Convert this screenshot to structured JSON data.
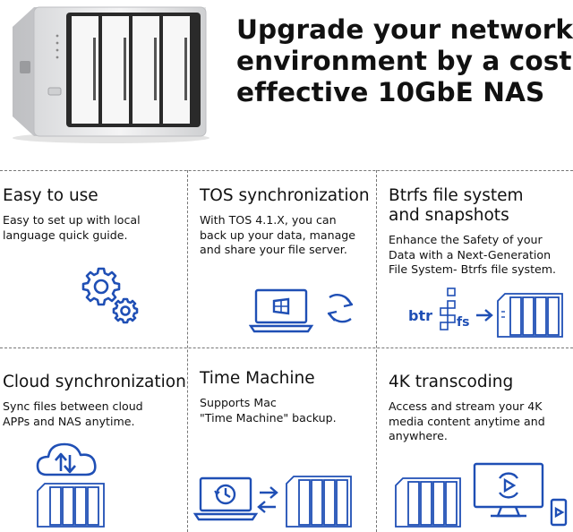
{
  "headline": {
    "line1": "Upgrade your network",
    "line2": "environment by a cost-",
    "line3": "effective 10GbE NAS"
  },
  "features": [
    {
      "title": "Easy to use",
      "desc": [
        "Easy to set up with local",
        "language quick guide."
      ],
      "icon": "gears-icon"
    },
    {
      "title": "TOS synchronization",
      "desc": [
        "With TOS 4.1.X, you can",
        "back up your data, manage",
        "and share your file server."
      ],
      "icon": "laptop-sync-icon"
    },
    {
      "title_lines": [
        "Btrfs file system",
        "and snapshots"
      ],
      "desc": [
        "Enhance the Safety of your",
        "Data with a Next-Generation",
        "File System- Btrfs file system."
      ],
      "icon": "btrfs-nas-icon",
      "icon_text_a": "btr",
      "icon_text_b": "fs"
    },
    {
      "title": "Cloud synchronization",
      "desc": [
        "Sync files between cloud",
        "APPs and NAS anytime."
      ],
      "icon": "cloud-nas-icon"
    },
    {
      "title": "Time Machine",
      "desc": [
        "Supports Mac",
        "\"Time Machine\" backup."
      ],
      "icon": "time-machine-icon"
    },
    {
      "title": "4K transcoding",
      "desc": [
        "Access and stream your 4K",
        "media content anytime and",
        "anywhere."
      ],
      "icon": "transcoding-icon"
    }
  ],
  "colors": {
    "icon_blue": "#1f4fb5",
    "text": "#111111",
    "divider": "#777777"
  }
}
